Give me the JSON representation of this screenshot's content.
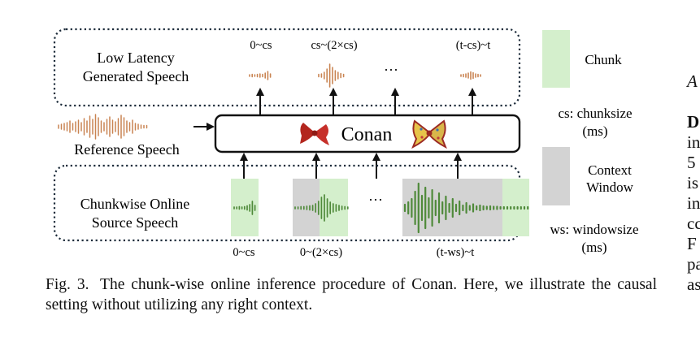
{
  "diagram": {
    "top_box": {
      "label_line1": "Low Latency",
      "label_line2": "Generated Speech"
    },
    "output_chunks": [
      {
        "label": "0~cs"
      },
      {
        "label": "cs~(2×cs)"
      },
      {
        "label": "(t-cs)~t"
      }
    ],
    "ellipsis": "···",
    "model": {
      "label": "Conan"
    },
    "reference": {
      "label": "Reference Speech"
    },
    "bottom_box": {
      "label_line1": "Chunkwise Online",
      "label_line2": "Source Speech"
    },
    "input_chunks": [
      {
        "label": "0~cs"
      },
      {
        "label": "0~(2×cs)"
      },
      {
        "label": "(t-ws)~t"
      }
    ],
    "colors": {
      "chunk": "#d4efcc",
      "context": "#d3d3d3",
      "wave_out": "#c98452",
      "wave_in": "#4f8a3a",
      "wave_ref": "#c98452",
      "box_border": "#1c2b3a"
    }
  },
  "legend": {
    "chunk": "Chunk",
    "cs_line1": "cs: chunksize",
    "cs_line2": "(ms)",
    "context_line1": "Context",
    "context_line2": "Window",
    "ws_line1": "ws: windowsize",
    "ws_line2": "(ms)"
  },
  "caption": {
    "fig": "Fig. 3.",
    "text": "The chunk-wise online inference procedure of Conan. Here, we illustrate the causal setting without utilizing any right context."
  },
  "side_text": [
    "A",
    "D",
    "in",
    "5",
    "is",
    "in",
    "cc",
    "F",
    "pa",
    "as"
  ]
}
